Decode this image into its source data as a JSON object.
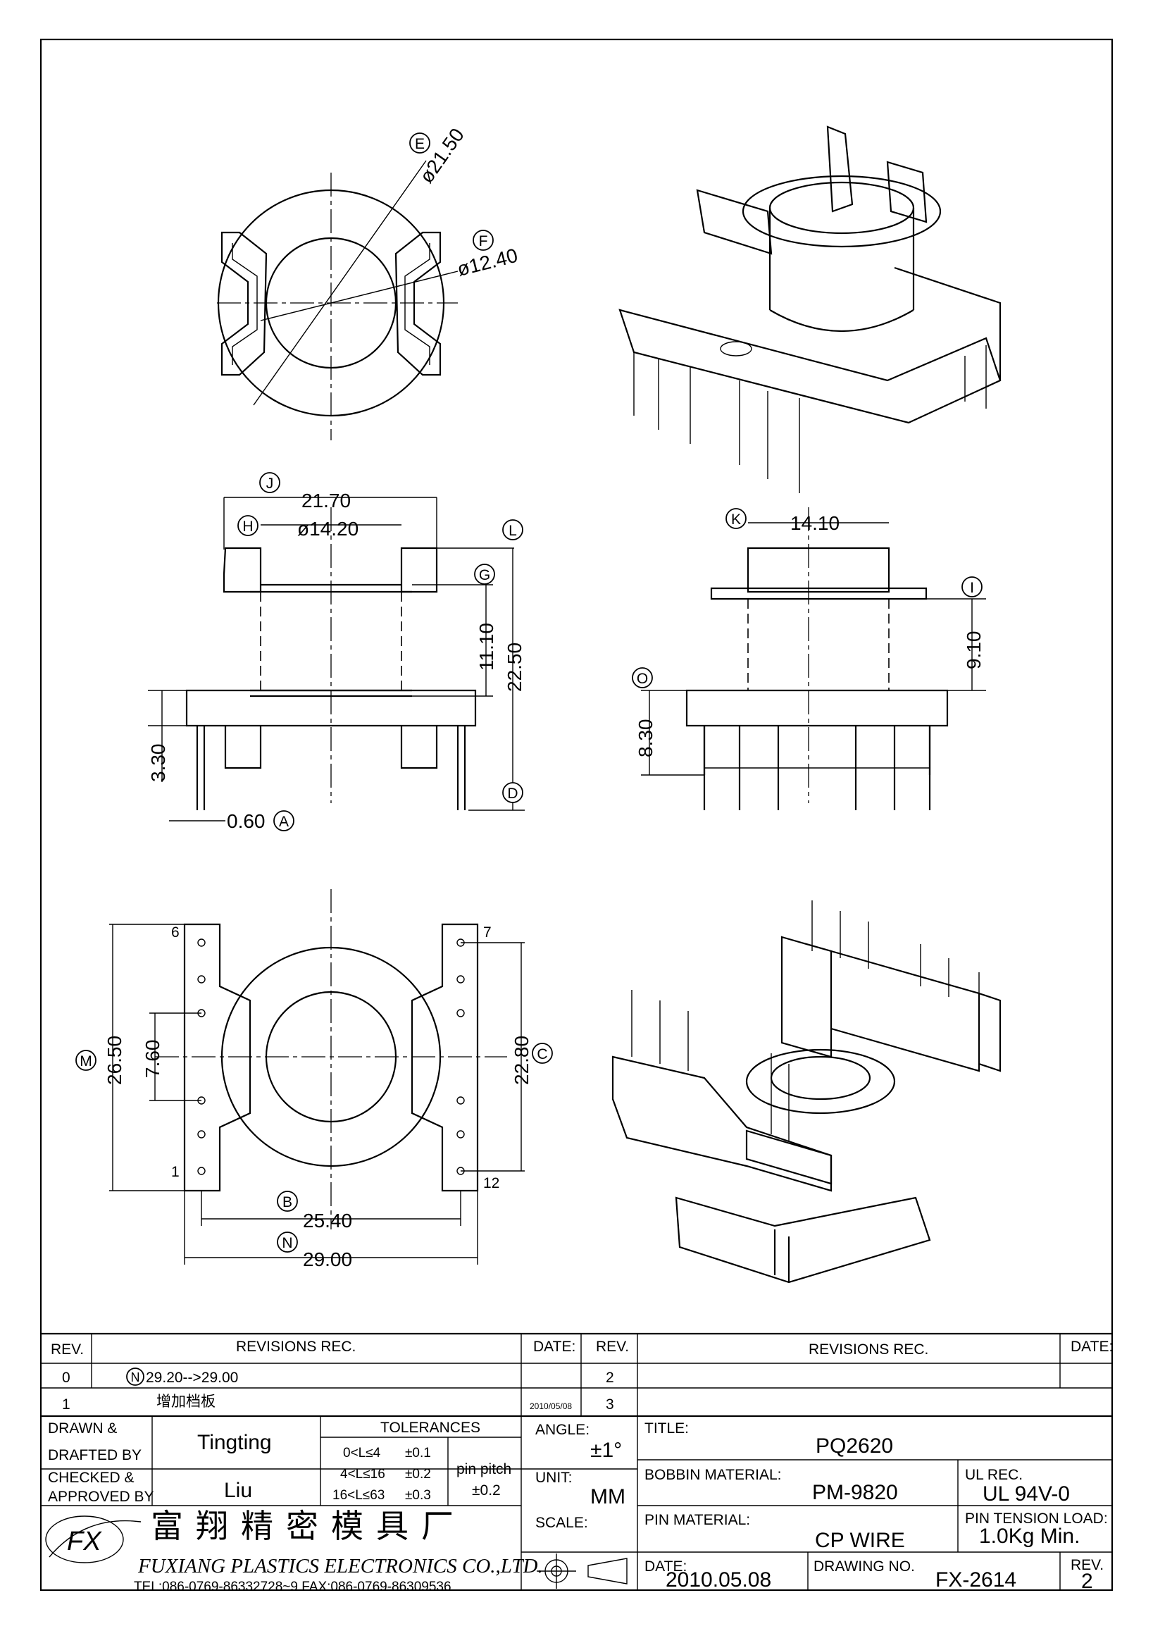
{
  "dimensions": {
    "outer_dia": "ø21.50",
    "inner_dia": "ø12.40",
    "front_width": "21.70",
    "front_core": "ø14.20",
    "flange_h": "11.10",
    "height": "22.50",
    "base_h": "3.30",
    "pin_dia": "0.60",
    "side_width": "14.10",
    "side_h": "9.10",
    "side_base": "8.30",
    "pitch_v": "7.60",
    "overall_h": "26.50",
    "row_span": "22.80",
    "pin_row": "25.40",
    "overall_w": "29.00"
  },
  "bubbles": {
    "a": "A",
    "b": "B",
    "c": "C",
    "d": "D",
    "e": "E",
    "f": "F",
    "g": "G",
    "h": "H",
    "i": "I",
    "j": "J",
    "k": "K",
    "l": "L",
    "m": "M",
    "n": "N",
    "o": "O"
  },
  "pin_numbers": {
    "p1": "1",
    "p6": "6",
    "p7": "7",
    "p12": "12"
  },
  "revisions_left": {
    "header_rev": "REV.",
    "header_rec": "REVISIONS    REC.",
    "header_date": "DATE:",
    "rows": [
      {
        "rev": "0",
        "note_bubble": "N",
        "note": "29.20-->29.00",
        "date": ""
      },
      {
        "rev": "1",
        "note_bubble": "",
        "note": "增加档板",
        "date": "2010/05/08"
      }
    ]
  },
  "revisions_right": {
    "header_rev": "REV.",
    "header_rec": "REVISIONS    REC.",
    "header_date": "DATE:",
    "rows": [
      {
        "rev": "2"
      },
      {
        "rev": "3"
      }
    ]
  },
  "title_block": {
    "drawn_label": "DRAWN &",
    "drafted_label": "DRAFTED BY",
    "drawn_by": "Tingting",
    "checked_label": "CHECKED &",
    "approved_label": "APPROVED BY",
    "approved_by": "Liu",
    "tolerances_label": "TOLERANCES",
    "tol_1": "0<L≤4",
    "tol_1_val": "±0.1",
    "tol_2": "4<L≤16",
    "tol_2_val": "±0.2",
    "tol_3": "16<L≤63",
    "tol_3_val": "±0.3",
    "pin_pitch_label": "pin pitch",
    "pin_pitch_val": "±0.2",
    "angle_label": "ANGLE:",
    "angle_val": "±1°",
    "unit_label": "UNIT:",
    "unit_val": "MM",
    "scale_label": "SCALE:",
    "title_label": "TITLE:",
    "title_val": "PQ2620",
    "bobbin_label": "BOBBIN MATERIAL:",
    "bobbin_val": "PM-9820",
    "ul_label": "UL REC.",
    "ul_val": "UL 94V-0",
    "pin_mat_label": "PIN MATERIAL:",
    "pin_mat_val": "CP WIRE",
    "tension_label": "PIN TENSION LOAD:",
    "tension_val": "1.0Kg Min.",
    "date_label": "DATE:",
    "date_val": "2010.05.08",
    "drawing_no_label": "DRAWING NO.",
    "drawing_no_val": "FX-2614",
    "rev_label": "REV.",
    "rev_val": "2"
  },
  "company": {
    "name_cn": "富翔精密模具厂",
    "name_en": "FUXIANG PLASTICS ELECTRONICS CO.,LTD.",
    "contact": "TEL:086-0769-86332728~9  FAX:086-0769-86309536",
    "logo_text": "FX"
  }
}
